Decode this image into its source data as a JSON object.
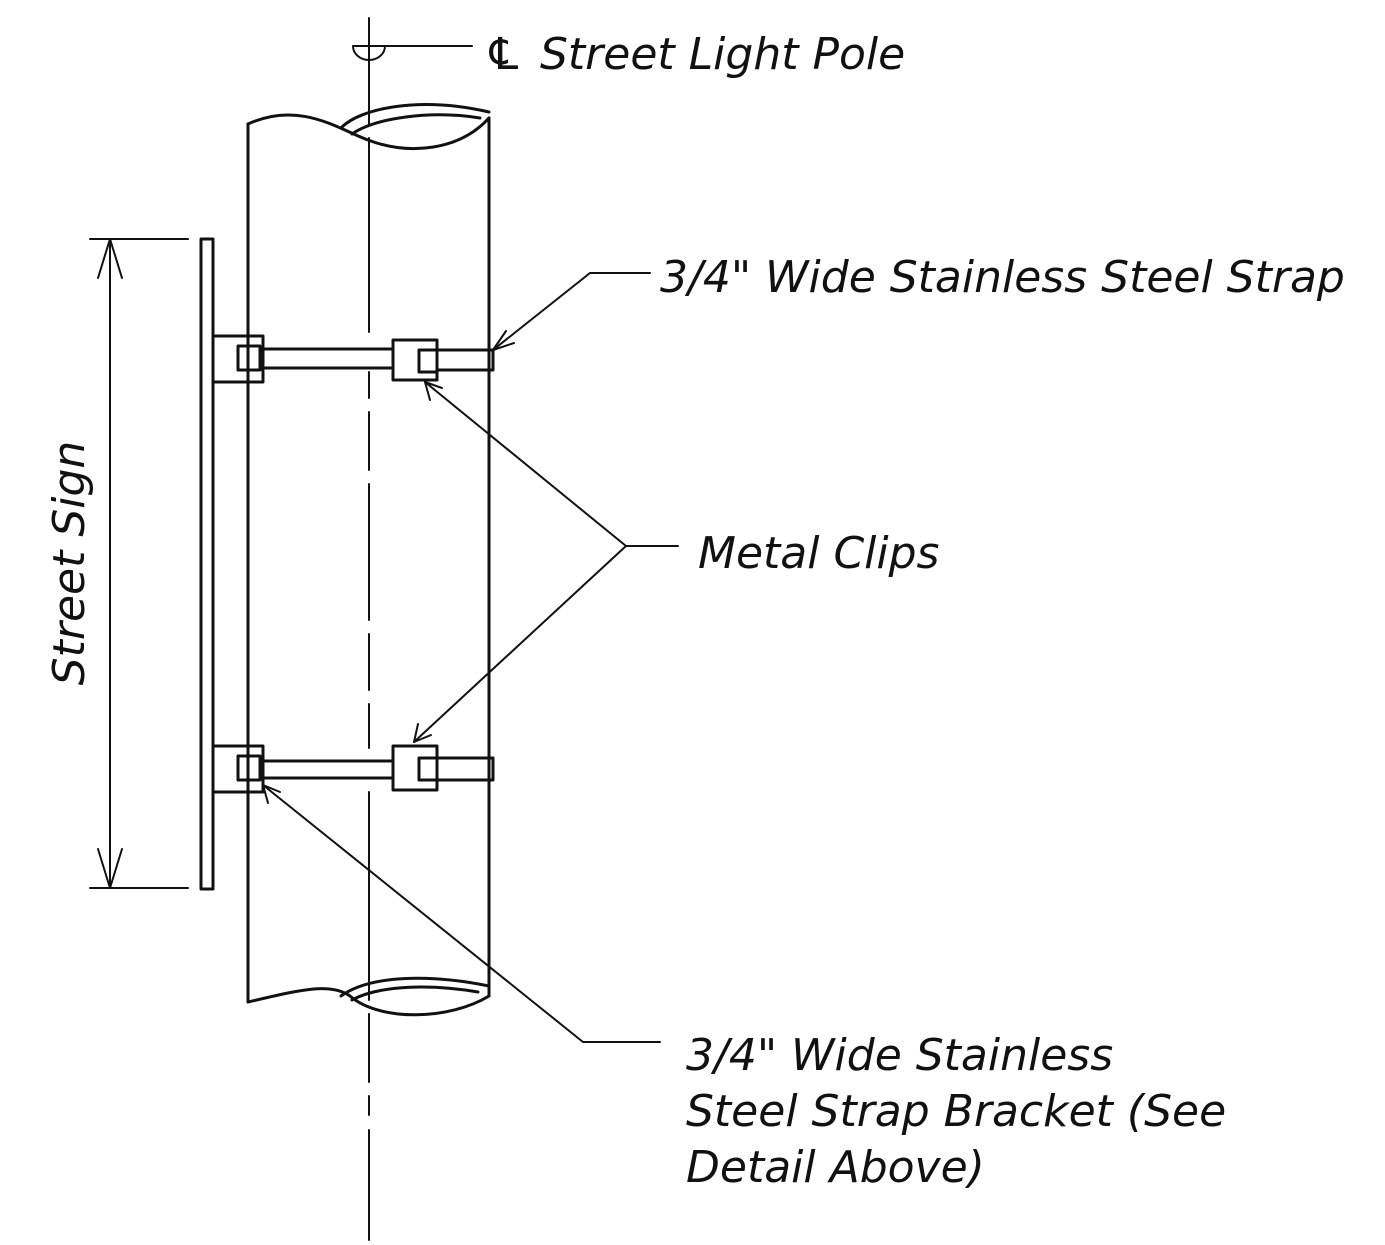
{
  "labels": {
    "centerline_symbol": "℄",
    "centerline": "Street Light Pole",
    "strap": "3/4\" Wide Stainless Steel Strap",
    "clips": "Metal Clips",
    "bracket_line1": "3/4\" Wide Stainless",
    "bracket_line2": "Steel Strap Bracket (See",
    "bracket_line3": "Detail Above)",
    "sign": "Street Sign"
  },
  "colors": {
    "ink": "#111111",
    "paper": "#ffffff"
  }
}
